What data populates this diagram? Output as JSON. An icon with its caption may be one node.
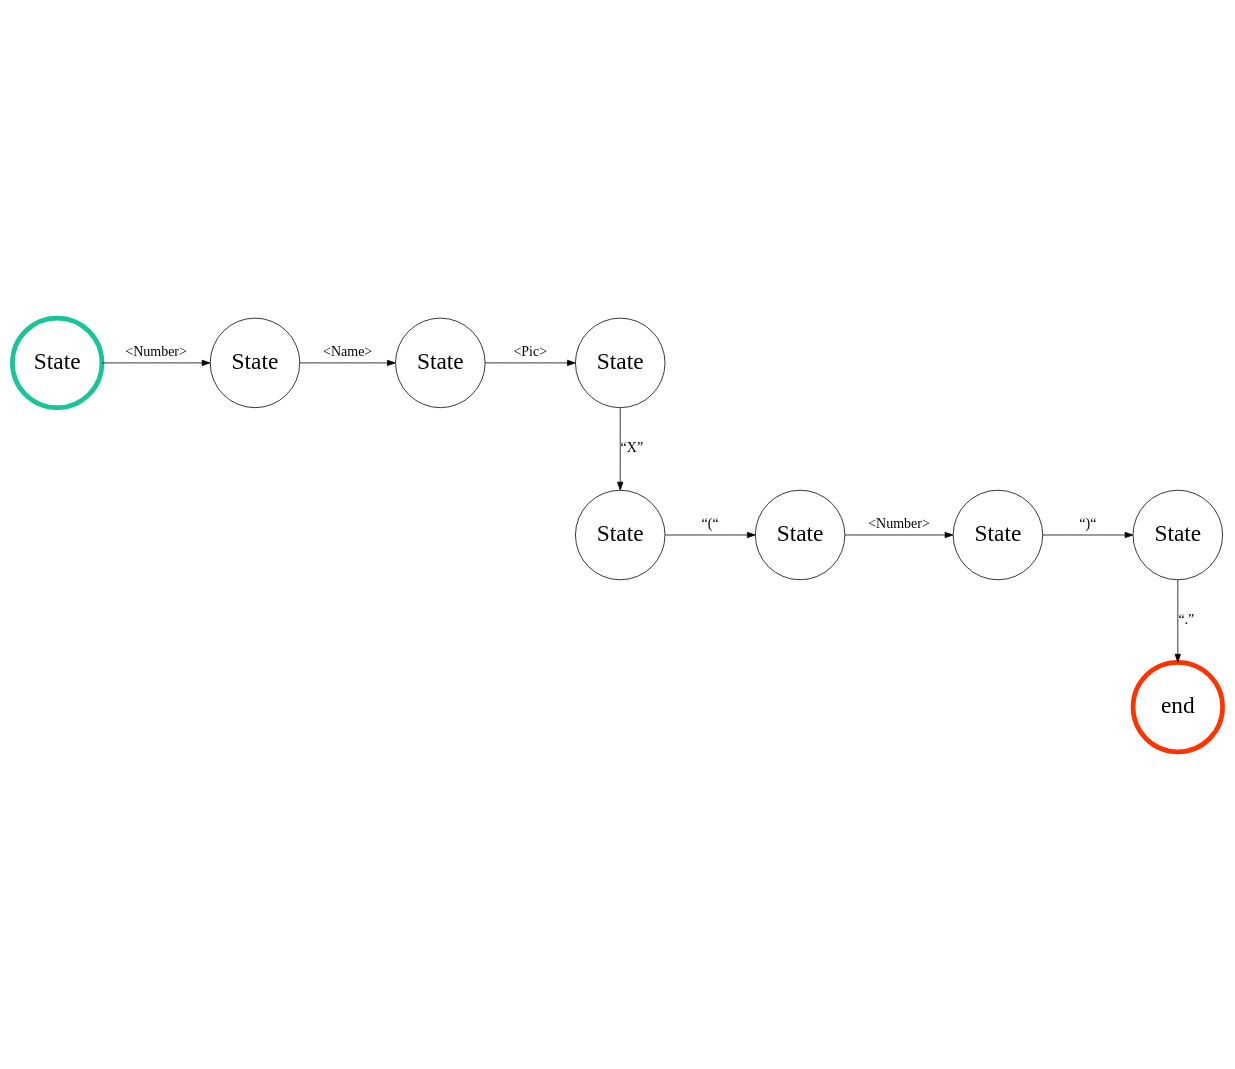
{
  "diagram": {
    "nodes": [
      {
        "text": [
          "State"
        ]
      },
      {
        "text": [
          "State"
        ]
      },
      {
        "text": [
          "State"
        ]
      },
      {
        "text": [
          "State"
        ]
      },
      {
        "text": [
          "State"
        ]
      },
      {
        "text": [
          "State"
        ]
      },
      {
        "text": [
          "State"
        ]
      },
      {
        "text": [
          "State"
        ]
      },
      {
        "text": [
          "end"
        ]
      }
    ],
    "edges": [
      {
        "from": 0,
        "to": 1,
        "arrow": "to",
        "label": "<Number>"
      },
      {
        "from": 1,
        "to": 2,
        "arrow": "to",
        "label": "<Name>"
      },
      {
        "from": 2,
        "to": 3,
        "arrow": "to",
        "label": "<Pic>"
      },
      {
        "from": 3,
        "to": 4,
        "arrow": "to",
        "label": "“X”"
      },
      {
        "from": 4,
        "to": 5,
        "arrow": "to",
        "label": "“(“"
      },
      {
        "from": 5,
        "to": 6,
        "arrow": "to",
        "label": "<Number>"
      },
      {
        "from": 6,
        "to": 7,
        "arrow": "to",
        "label": "“)“"
      },
      {
        "from": 7,
        "to": 8,
        "arrow": "to",
        "label": "“.”"
      }
    ]
  }
}
